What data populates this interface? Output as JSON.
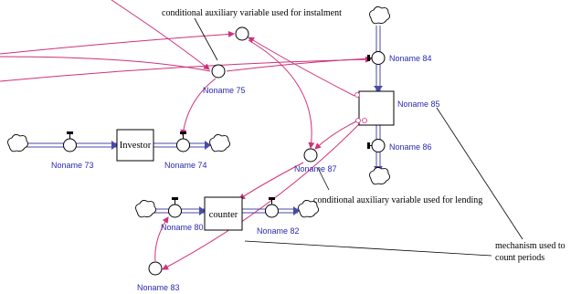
{
  "annotations": {
    "instalment": "conditional auxiliary variable used for instalment",
    "lending": "conditional auxiliary variable used for lending",
    "mechanism_line1": "mechanism used to",
    "mechanism_line2": "count periods"
  },
  "stocks": {
    "investor": "Investor",
    "counter": "counter",
    "noname85": ""
  },
  "labels": {
    "noname73": "Noname 73",
    "noname74": "Noname 74",
    "noname75": "Noname 75",
    "noname80": "Noname 80",
    "noname82": "Noname 82",
    "noname83": "Noname 83",
    "noname84": "Noname 84",
    "noname85": "Noname 85",
    "noname86": "Noname 86",
    "noname87": "Noname 87"
  },
  "colors": {
    "link": "#d0307a",
    "label": "#2a2ab0",
    "pipe": "#4a4aa8"
  }
}
